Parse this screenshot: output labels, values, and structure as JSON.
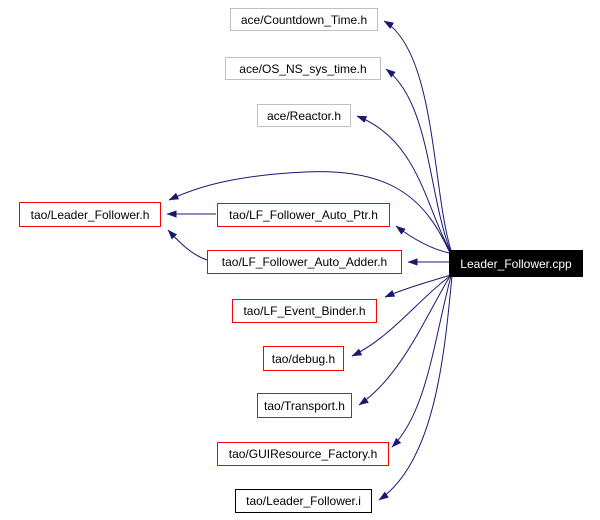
{
  "diagram": {
    "kind": "include-dependency-graph",
    "main_node": "Leader_Follower.cpp",
    "edge_color": "#191970",
    "red_border_color": "#ff0000",
    "gray_border_color": "#c0c0c0",
    "black_border_color": "#000000",
    "main_node_fill": "#000000",
    "main_node_text_color": "#ffffff",
    "background_color": "#ffffff"
  },
  "nodes": [
    {
      "id": "countdown_time",
      "label": "ace/Countdown_Time.h",
      "style": "gray"
    },
    {
      "id": "os_ns_sys_time",
      "label": "ace/OS_NS_sys_time.h",
      "style": "gray"
    },
    {
      "id": "reactor",
      "label": "ace/Reactor.h",
      "style": "gray"
    },
    {
      "id": "leader_follower_h",
      "label": "tao/Leader_Follower.h",
      "style": "red"
    },
    {
      "id": "lf_follower_auto_ptr",
      "label": "tao/LF_Follower_Auto_Ptr.h",
      "style": "red"
    },
    {
      "id": "lf_follower_auto_adder",
      "label": "tao/LF_Follower_Auto_Adder.h",
      "style": "red"
    },
    {
      "id": "leader_follower_cpp",
      "label": "Leader_Follower.cpp",
      "style": "main"
    },
    {
      "id": "lf_event_binder",
      "label": "tao/LF_Event_Binder.h",
      "style": "red"
    },
    {
      "id": "debug",
      "label": "tao/debug.h",
      "style": "red"
    },
    {
      "id": "transport",
      "label": "tao/Transport.h",
      "style": "red"
    },
    {
      "id": "guiresource_factory",
      "label": "tao/GUIResource_Factory.h",
      "style": "red"
    },
    {
      "id": "leader_follower_i",
      "label": "tao/Leader_Follower.i",
      "style": "black"
    }
  ],
  "edges": [
    {
      "from": "Leader_Follower.cpp",
      "to": "ace/Countdown_Time.h"
    },
    {
      "from": "Leader_Follower.cpp",
      "to": "ace/OS_NS_sys_time.h"
    },
    {
      "from": "Leader_Follower.cpp",
      "to": "ace/Reactor.h"
    },
    {
      "from": "Leader_Follower.cpp",
      "to": "tao/Leader_Follower.h"
    },
    {
      "from": "Leader_Follower.cpp",
      "to": "tao/LF_Follower_Auto_Ptr.h"
    },
    {
      "from": "Leader_Follower.cpp",
      "to": "tao/LF_Follower_Auto_Adder.h"
    },
    {
      "from": "Leader_Follower.cpp",
      "to": "tao/LF_Event_Binder.h"
    },
    {
      "from": "Leader_Follower.cpp",
      "to": "tao/debug.h"
    },
    {
      "from": "Leader_Follower.cpp",
      "to": "tao/Transport.h"
    },
    {
      "from": "Leader_Follower.cpp",
      "to": "tao/GUIResource_Factory.h"
    },
    {
      "from": "Leader_Follower.cpp",
      "to": "tao/Leader_Follower.i"
    },
    {
      "from": "tao/LF_Follower_Auto_Ptr.h",
      "to": "tao/Leader_Follower.h"
    },
    {
      "from": "tao/LF_Follower_Auto_Adder.h",
      "to": "tao/Leader_Follower.h"
    }
  ]
}
